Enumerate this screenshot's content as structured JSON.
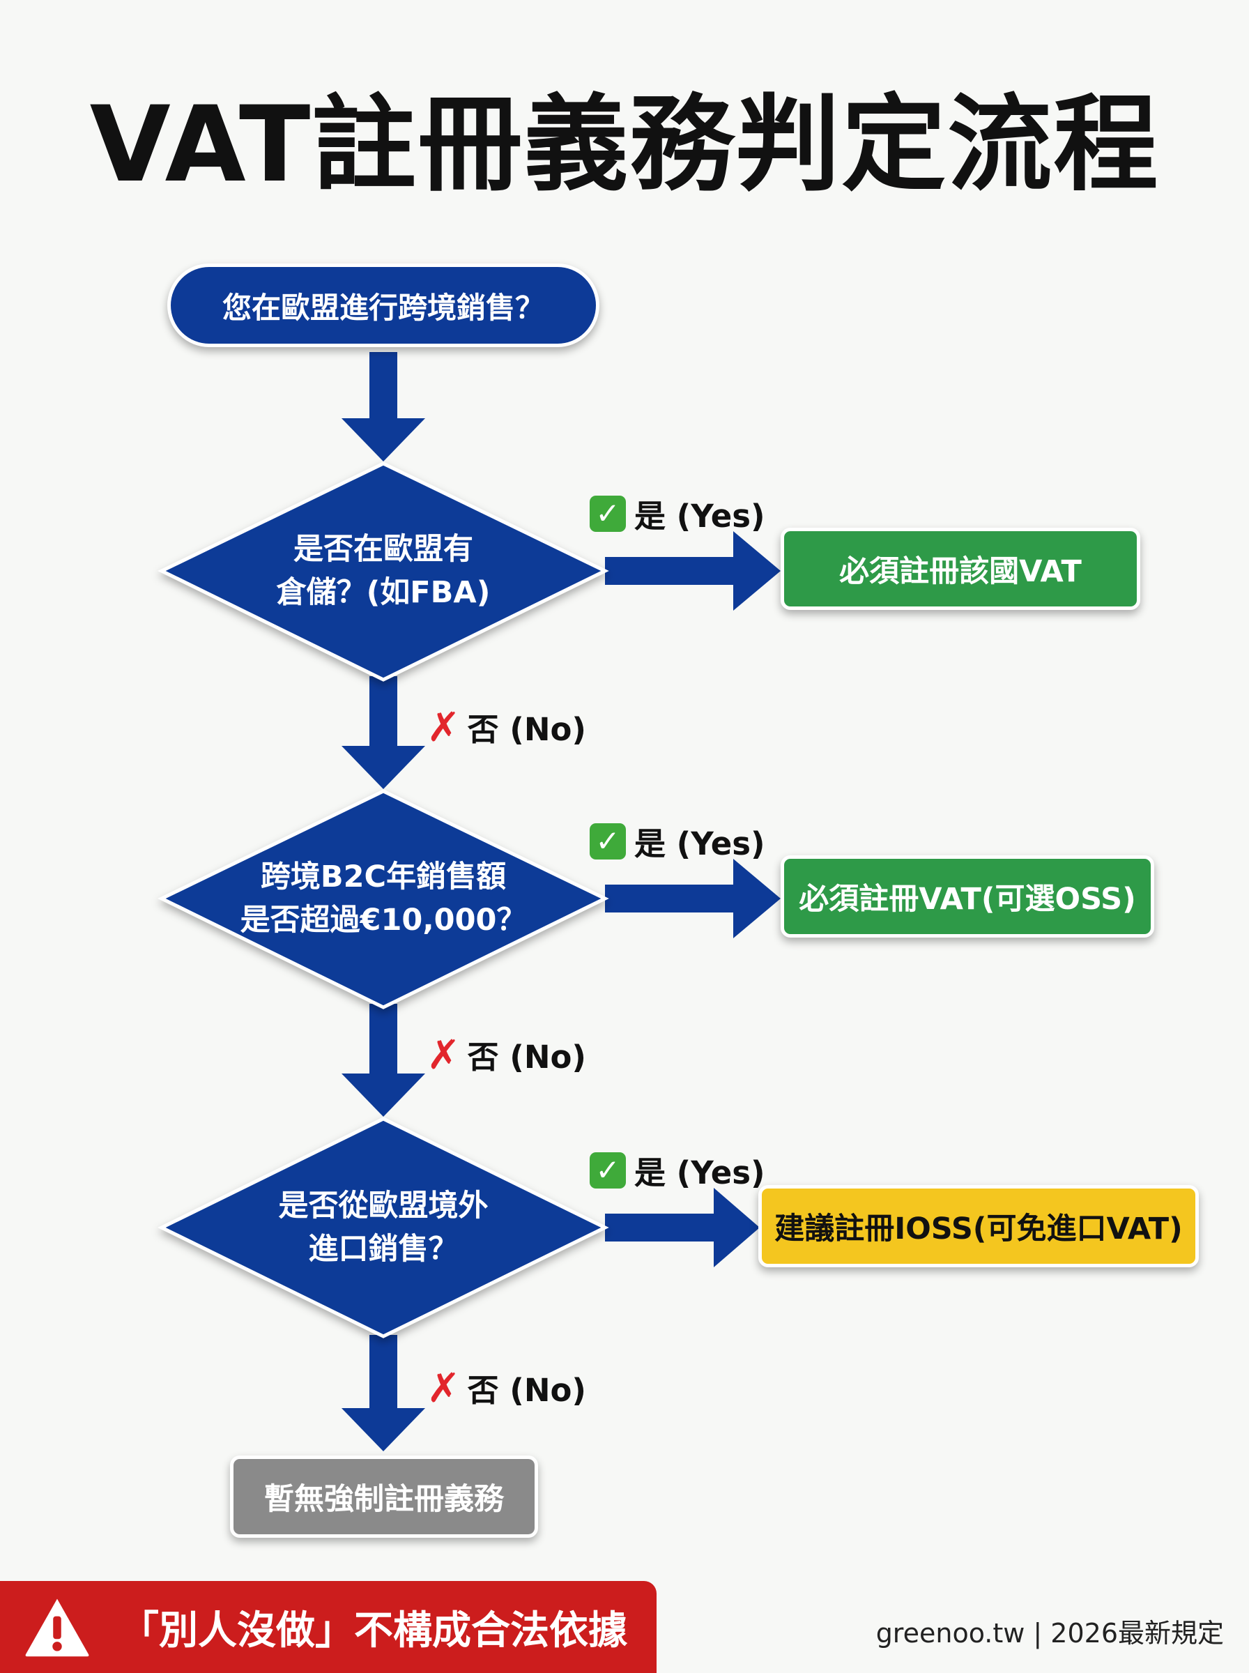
{
  "title": "VAT註冊義務判定流程",
  "start": "您在歐盟進行跨境銷售？",
  "decisions": [
    {
      "line1": "是否在歐盟有",
      "line2": "倉儲？(如FBA)"
    },
    {
      "line1": "跨境B2C年銷售額",
      "line2": "是否超過€10,000？"
    },
    {
      "line1": "是否從歐盟境外",
      "line2": "進口銷售？"
    }
  ],
  "yes_label": "是 (Yes)",
  "no_label": "否 (No)",
  "check_glyph": "✓",
  "cross_glyph": "✗",
  "results": [
    "必須註冊該國VAT",
    "必須註冊VAT(可選OSS)",
    "建議註冊IOSS(可免進口VAT)"
  ],
  "final_result": "暫無強制註冊義務",
  "warning": "「別人沒做」不構成合法依據",
  "footer": "greenoo.tw | 2026最新規定",
  "colors": {
    "navy": "#0d3a97",
    "green": "#2e9a48",
    "yellow": "#f4c61f",
    "gray": "#8a8a8a",
    "red": "#cc1d1d"
  }
}
